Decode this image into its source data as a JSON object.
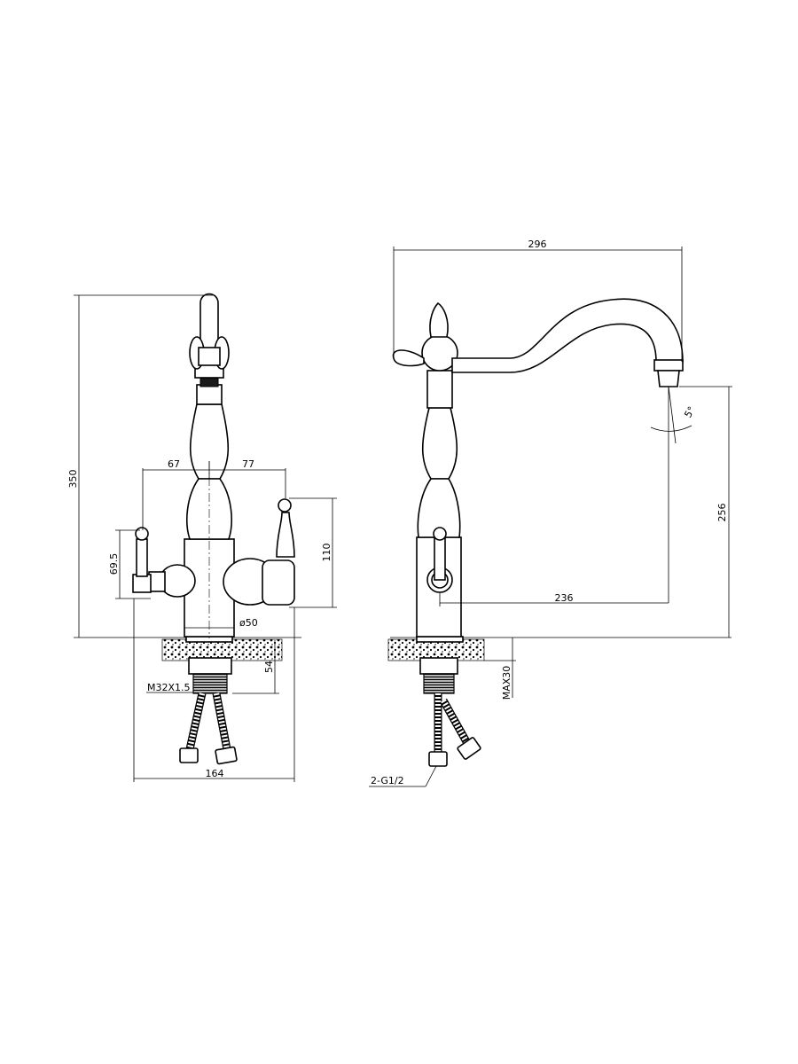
{
  "front_view": {
    "height": "350",
    "left_offset": "67",
    "right_offset": "77",
    "handle_height": "69.5",
    "lever_height": "110",
    "body_diameter": "ø50",
    "shank_length": "54",
    "thread": "M32X1.5",
    "overall_width": "164"
  },
  "side_view": {
    "reach": "296",
    "swivel_angle": "5°",
    "spout_height": "256",
    "spout_reach": "236",
    "max_counter_thickness": "MAX30",
    "hose_connection": "2-G1/2"
  }
}
